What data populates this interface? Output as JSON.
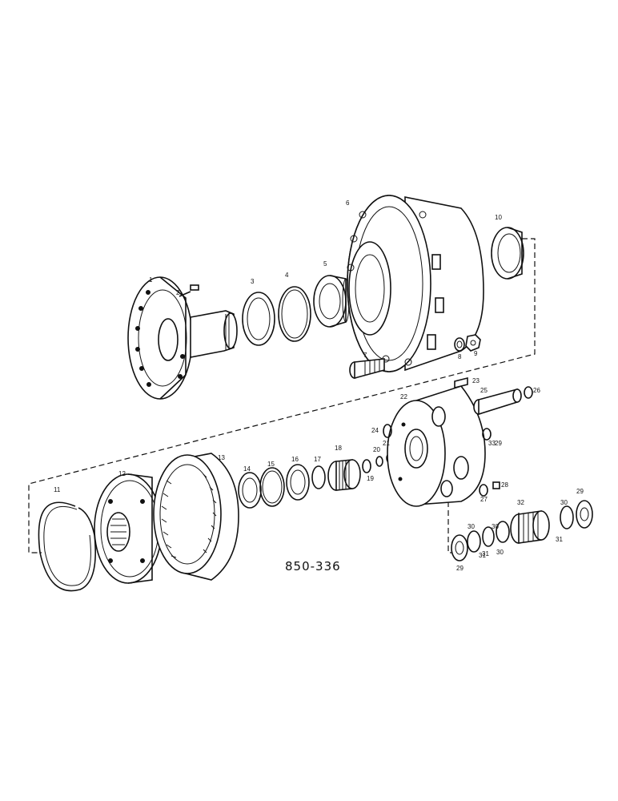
{
  "diagram": {
    "drawing_code": "850-336",
    "part_labels": [
      "1",
      "2",
      "3",
      "4",
      "5",
      "6",
      "7",
      "8",
      "9",
      "10",
      "11",
      "12",
      "13",
      "14",
      "15",
      "16",
      "17",
      "18",
      "19",
      "20",
      "21",
      "22",
      "23",
      "24",
      "25",
      "26",
      "27",
      "28",
      "29",
      "30",
      "31",
      "32",
      "29",
      "30",
      "31",
      "30",
      "29",
      "30",
      "31",
      "33"
    ]
  }
}
